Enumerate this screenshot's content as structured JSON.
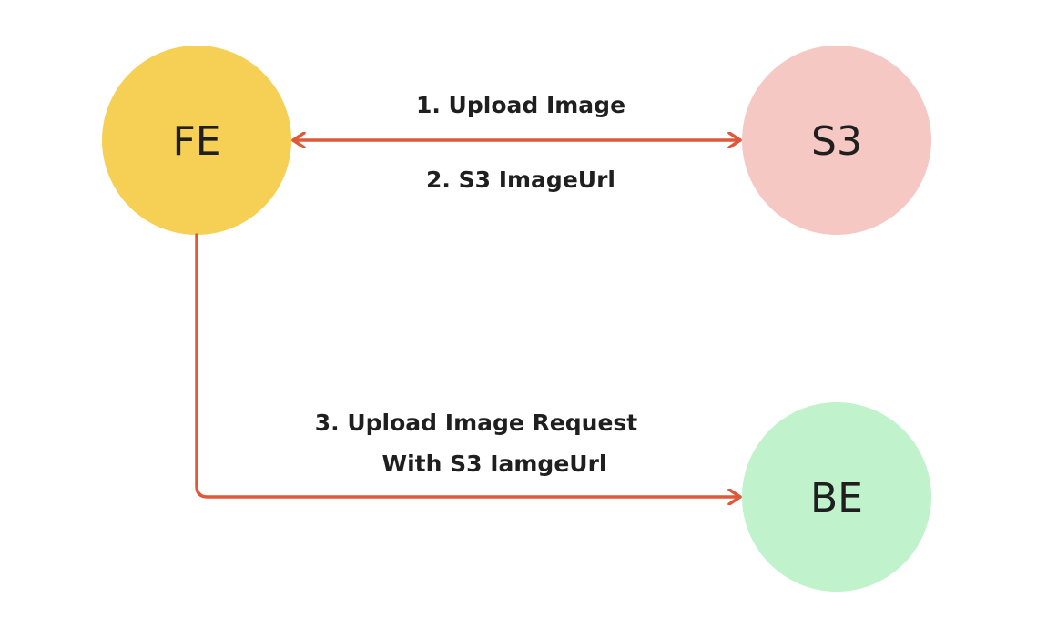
{
  "nodes": {
    "fe": {
      "label": "FE",
      "color": "#F6CF55"
    },
    "s3": {
      "label": "S3",
      "color": "#F6C8C4"
    },
    "be": {
      "label": "BE",
      "color": "#C0F2CB"
    }
  },
  "edges": {
    "fe_s3": {
      "label_1": "1. Upload Image",
      "label_2": "2. S3 ImageUrl"
    },
    "fe_be": {
      "label_line1": "3. Upload Image Request",
      "label_line2": "With S3 IamgeUrl"
    }
  },
  "colors": {
    "arrow": "#E0583A"
  }
}
